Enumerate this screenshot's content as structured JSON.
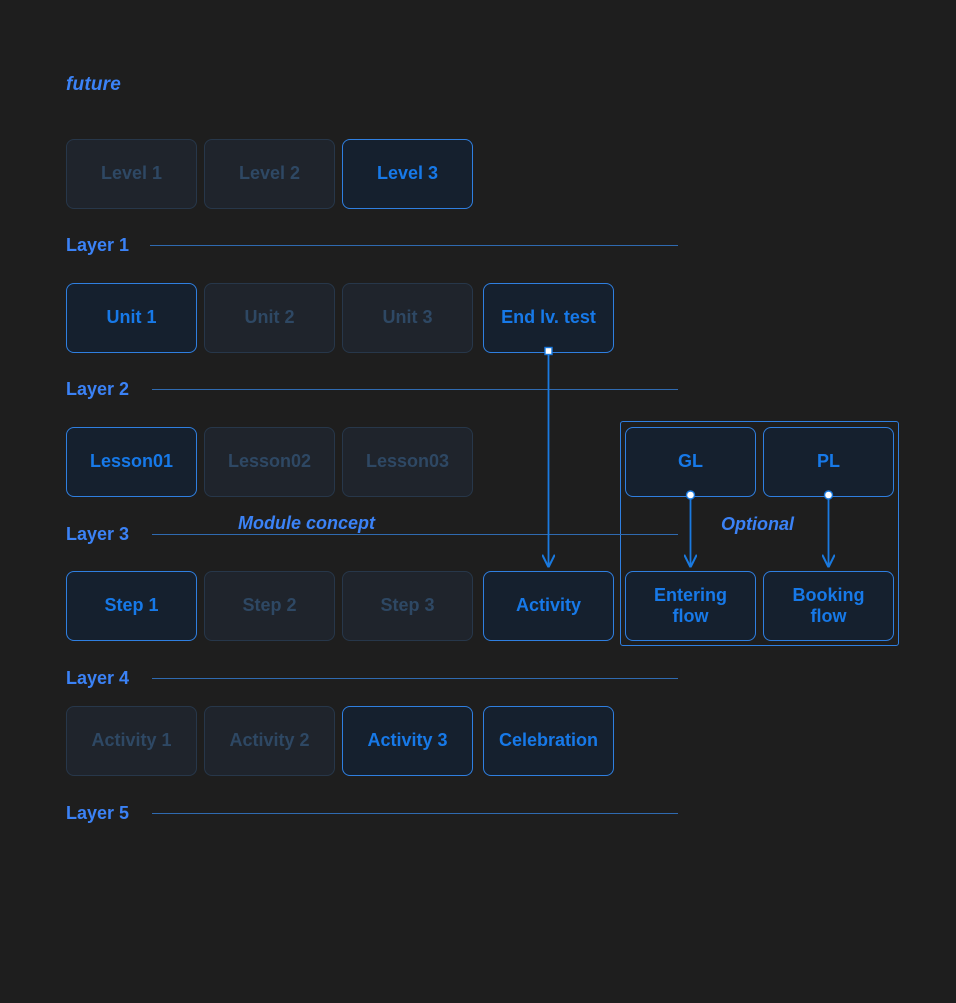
{
  "heading": {
    "text": "future"
  },
  "rows": {
    "levels": [
      {
        "label": "Level 1",
        "state": "inactive"
      },
      {
        "label": "Level 2",
        "state": "inactive"
      },
      {
        "label": "Level 3",
        "state": "active"
      }
    ],
    "units": [
      {
        "label": "Unit 1",
        "state": "active"
      },
      {
        "label": "Unit 2",
        "state": "inactive"
      },
      {
        "label": "Unit 3",
        "state": "inactive"
      },
      {
        "label": "End lv. test",
        "state": "active"
      }
    ],
    "lessons": [
      {
        "label": "Lesson01",
        "state": "active"
      },
      {
        "label": "Lesson02",
        "state": "inactive"
      },
      {
        "label": "Lesson03",
        "state": "inactive"
      }
    ],
    "steps": [
      {
        "label": "Step 1",
        "state": "active"
      },
      {
        "label": "Step 2",
        "state": "inactive"
      },
      {
        "label": "Step 3",
        "state": "inactive"
      },
      {
        "label": "Activity",
        "state": "active"
      }
    ],
    "activities": [
      {
        "label": "Activity 1",
        "state": "inactive"
      },
      {
        "label": "Activity 2",
        "state": "inactive"
      },
      {
        "label": "Activity 3",
        "state": "active"
      },
      {
        "label": "Celebration",
        "state": "active"
      }
    ]
  },
  "optional_group": {
    "top_nodes": [
      {
        "label": "GL",
        "state": "active"
      },
      {
        "label": "PL",
        "state": "active"
      }
    ],
    "bottom_nodes": [
      {
        "label": "Entering\nflow",
        "state": "active"
      },
      {
        "label": "Booking\nflow",
        "state": "active"
      }
    ],
    "annotation": "Optional"
  },
  "layers": [
    {
      "label": "Layer 1"
    },
    {
      "label": "Layer 2"
    },
    {
      "label": "Layer 3"
    },
    {
      "label": "Layer 4"
    },
    {
      "label": "Layer 5"
    }
  ],
  "annotations": {
    "module_concept": "Module concept"
  },
  "colors": {
    "background": "#1e1e1e",
    "accent_bright": "#3b82f6",
    "accent_node": "#1779e8",
    "border_active": "#2f7fe0",
    "border_inactive": "#27374a",
    "text_inactive": "#2e4864",
    "node_fill_active": "#15202e",
    "node_fill_inactive": "#1f242c",
    "connector": "#1a7ae0",
    "connector_dot": "#ffffff"
  }
}
